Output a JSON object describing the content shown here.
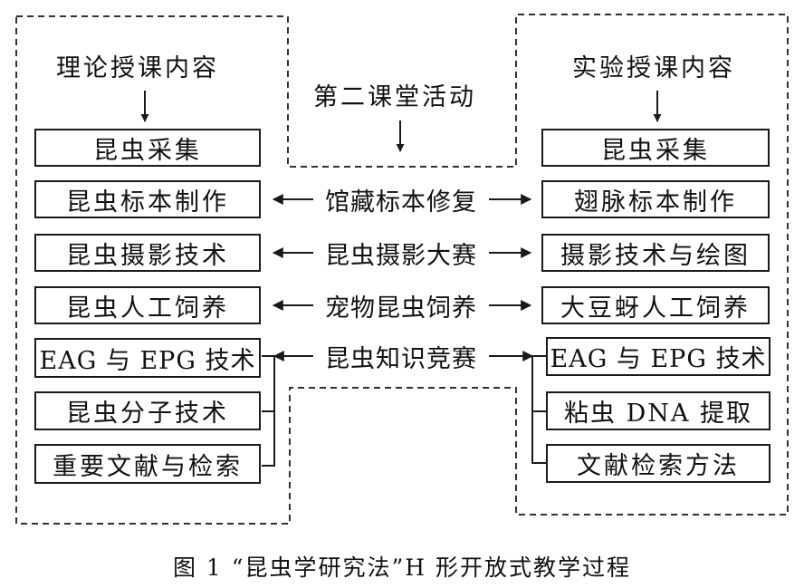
{
  "diagram": {
    "headings": {
      "left": "理论授课内容",
      "middle": "第二课堂活动",
      "right": "实验授课内容"
    },
    "left_column": [
      "昆虫采集",
      "昆虫标本制作",
      "昆虫摄影技术",
      "昆虫人工饲养",
      "EAG 与 EPG 技术",
      "昆虫分子技术",
      "重要文献与检索"
    ],
    "middle_column": [
      "馆藏标本修复",
      "昆虫摄影大赛",
      "宠物昆虫饲养",
      "昆虫知识竞赛"
    ],
    "right_column": [
      "昆虫采集",
      "翅脉标本制作",
      "摄影技术与绘图",
      "大豆蚜人工饲养",
      "EAG 与 EPG 技术",
      "粘虫 DNA 提取",
      "文献检索方法"
    ],
    "caption": "图 1 “昆虫学研究法”H 形开放式教学过程",
    "colors": {
      "line": "#1a1a1a",
      "dashed_frame": "#333333",
      "background": "#ffffff"
    }
  }
}
